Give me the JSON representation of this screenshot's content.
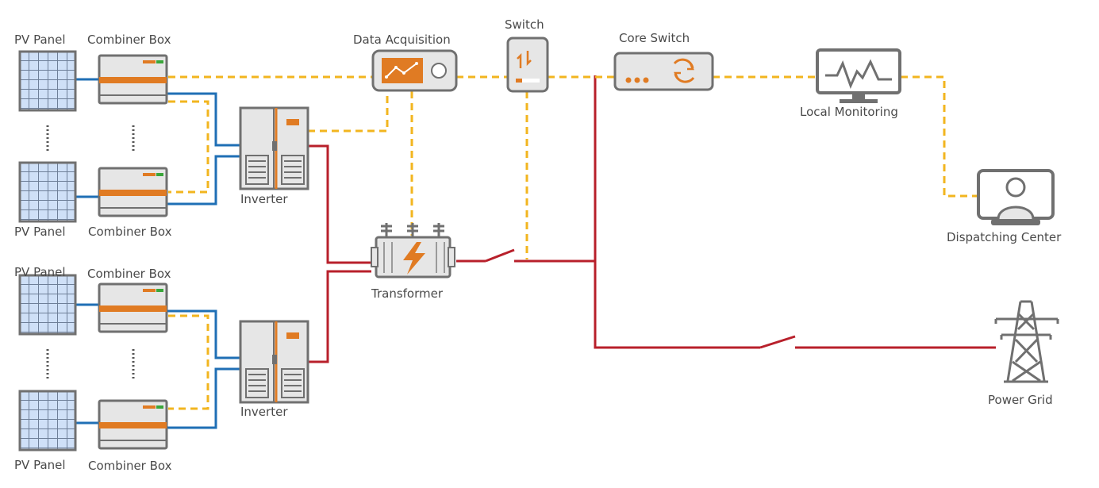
{
  "labels": {
    "pv_panel": "PV Panel",
    "combiner_box": "Combiner Box",
    "inverter": "Inverter",
    "data_acquisition": "Data Acquisition",
    "switch": "Switch",
    "core_switch": "Core Switch",
    "local_monitoring": "Local Monitoring",
    "dispatching_center": "Dispatching Center",
    "transformer": "Transformer",
    "power_grid": "Power Grid"
  },
  "colors": {
    "power_line": "#b8202b",
    "dc_line": "#1f6fb5",
    "data_line": "#f2b51f",
    "accent": "#e07b23",
    "panel_fill": "#cfe0f7",
    "device_fill": "#e6e6e6",
    "outline": "#707070"
  },
  "icons": [
    "pv-panel-icon",
    "combiner-box-icon",
    "inverter-icon",
    "data-acquisition-icon",
    "switch-icon",
    "core-switch-icon",
    "monitor-icon",
    "dispatcher-icon",
    "transformer-icon",
    "transmission-tower-icon",
    "breaker-icon"
  ]
}
